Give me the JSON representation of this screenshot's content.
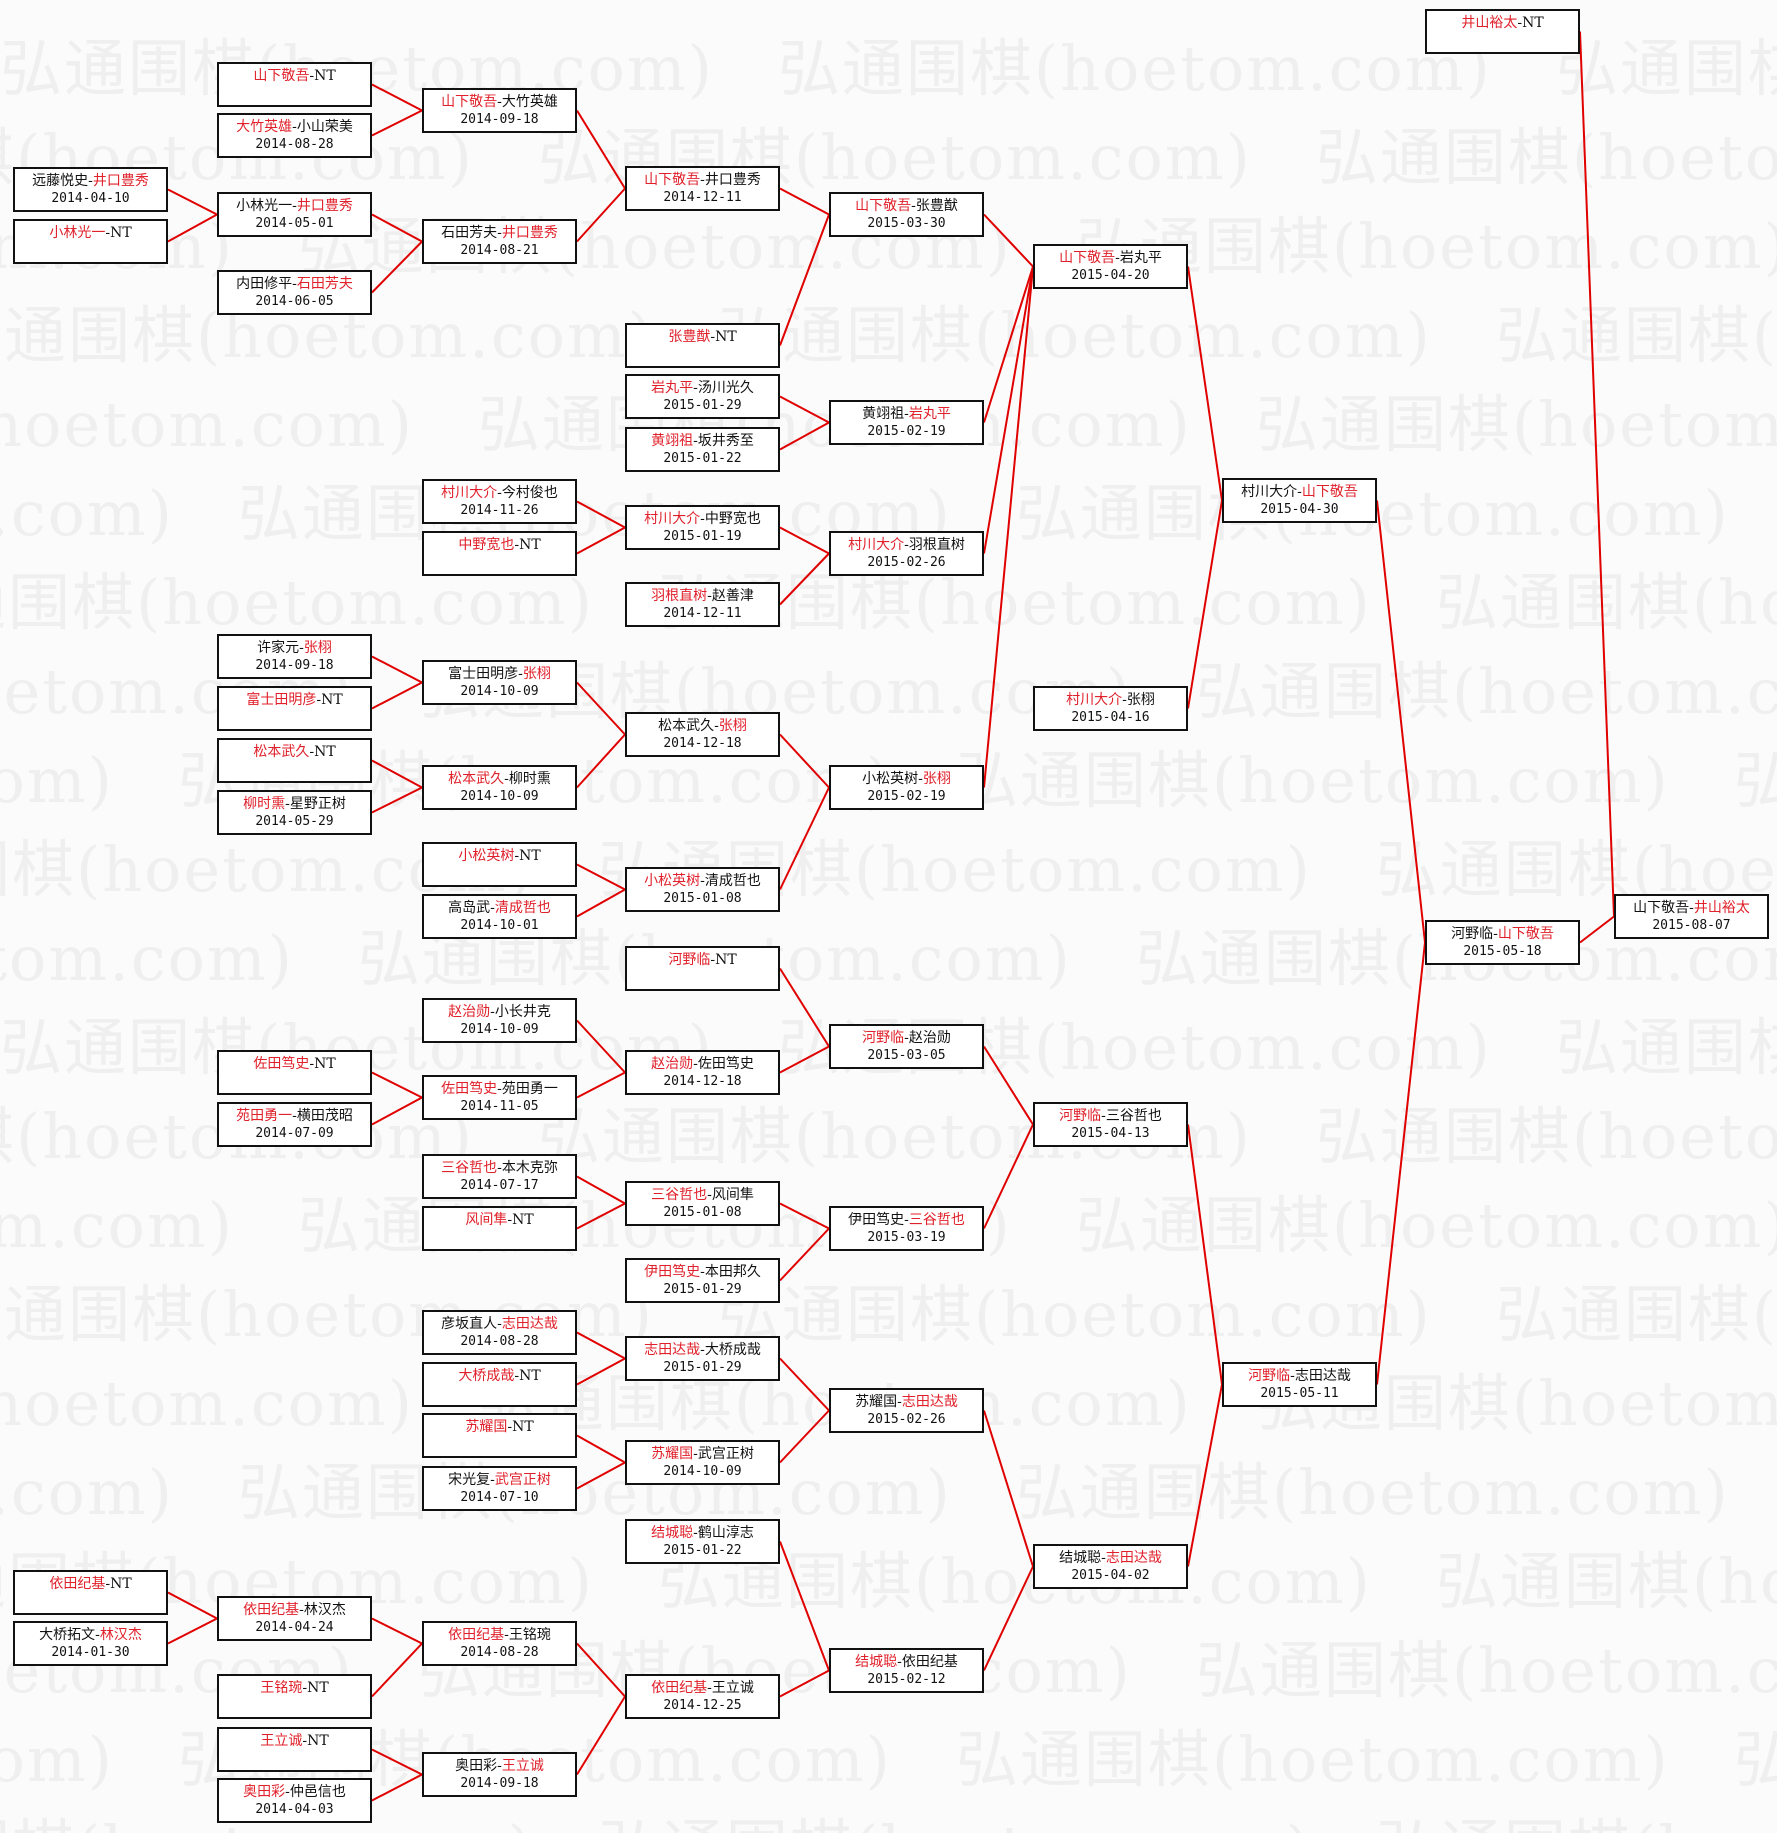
{
  "title": "弘通围棋 tournament bracket",
  "watermark": "弘通围棋(hoetom.com)",
  "colors": {
    "winner": "#e0202a",
    "line": "#e00000",
    "border": "#111111",
    "background": "#fbfbfb"
  },
  "matches": [
    {
      "p1": "远藤悦史",
      "p2": "井口豊秀",
      "winner": 2,
      "date": "2014-04-10"
    },
    {
      "p1": "小林光一",
      "p2": "NT",
      "winner": 1,
      "date": ""
    },
    {
      "p1": "依田纪基",
      "p2": "NT",
      "winner": 1,
      "date": ""
    },
    {
      "p1": "大桥拓文",
      "p2": "林汉杰",
      "winner": 2,
      "date": "2014-01-30"
    },
    {
      "p1": "山下敬吾",
      "p2": "NT",
      "winner": 1,
      "date": ""
    },
    {
      "p1": "大竹英雄",
      "p2": "小山荣美",
      "winner": 1,
      "date": "2014-08-28"
    },
    {
      "p1": "小林光一",
      "p2": "井口豊秀",
      "winner": 2,
      "date": "2014-05-01"
    },
    {
      "p1": "内田修平",
      "p2": "石田芳夫",
      "winner": 2,
      "date": "2014-06-05"
    },
    {
      "p1": "许家元",
      "p2": "张栩",
      "winner": 2,
      "date": "2014-09-18"
    },
    {
      "p1": "富士田明彦",
      "p2": "NT",
      "winner": 1,
      "date": ""
    },
    {
      "p1": "松本武久",
      "p2": "NT",
      "winner": 1,
      "date": ""
    },
    {
      "p1": "柳时熏",
      "p2": "星野正树",
      "winner": 1,
      "date": "2014-05-29"
    },
    {
      "p1": "佐田笃史",
      "p2": "NT",
      "winner": 1,
      "date": ""
    },
    {
      "p1": "苑田勇一",
      "p2": "横田茂昭",
      "winner": 1,
      "date": "2014-07-09"
    },
    {
      "p1": "依田纪基",
      "p2": "林汉杰",
      "winner": 1,
      "date": "2014-04-24"
    },
    {
      "p1": "王铭琬",
      "p2": "NT",
      "winner": 1,
      "date": ""
    },
    {
      "p1": "王立诚",
      "p2": "NT",
      "winner": 1,
      "date": ""
    },
    {
      "p1": "奥田彩",
      "p2": "仲邑信也",
      "winner": 1,
      "date": "2014-04-03"
    },
    {
      "p1": "山下敬吾",
      "p2": "大竹英雄",
      "winner": 1,
      "date": "2014-09-18"
    },
    {
      "p1": "石田芳夫",
      "p2": "井口豊秀",
      "winner": 2,
      "date": "2014-08-21"
    },
    {
      "p1": "村川大介",
      "p2": "今村俊也",
      "winner": 1,
      "date": "2014-11-26"
    },
    {
      "p1": "中野宽也",
      "p2": "NT",
      "winner": 1,
      "date": ""
    },
    {
      "p1": "富士田明彦",
      "p2": "张栩",
      "winner": 2,
      "date": "2014-10-09"
    },
    {
      "p1": "松本武久",
      "p2": "柳时熏",
      "winner": 1,
      "date": "2014-10-09"
    },
    {
      "p1": "小松英树",
      "p2": "NT",
      "winner": 1,
      "date": ""
    },
    {
      "p1": "高岛武",
      "p2": "清成哲也",
      "winner": 2,
      "date": "2014-10-01"
    },
    {
      "p1": "赵治勋",
      "p2": "小长井克",
      "winner": 1,
      "date": "2014-10-09"
    },
    {
      "p1": "佐田笃史",
      "p2": "苑田勇一",
      "winner": 1,
      "date": "2014-11-05"
    },
    {
      "p1": "三谷哲也",
      "p2": "本木克弥",
      "winner": 1,
      "date": "2014-07-17"
    },
    {
      "p1": "风间隼",
      "p2": "NT",
      "winner": 1,
      "date": ""
    },
    {
      "p1": "彦坂直人",
      "p2": "志田达哉",
      "winner": 2,
      "date": "2014-08-28"
    },
    {
      "p1": "大桥成哉",
      "p2": "NT",
      "winner": 1,
      "date": ""
    },
    {
      "p1": "苏耀国",
      "p2": "NT",
      "winner": 1,
      "date": ""
    },
    {
      "p1": "宋光复",
      "p2": "武宫正树",
      "winner": 2,
      "date": "2014-07-10"
    },
    {
      "p1": "依田纪基",
      "p2": "王铭琬",
      "winner": 1,
      "date": "2014-08-28"
    },
    {
      "p1": "奥田彩",
      "p2": "王立诚",
      "winner": 2,
      "date": "2014-09-18"
    },
    {
      "p1": "山下敬吾",
      "p2": "井口豊秀",
      "winner": 1,
      "date": "2014-12-11"
    },
    {
      "p1": "张豊猷",
      "p2": "NT",
      "winner": 1,
      "date": ""
    },
    {
      "p1": "岩丸平",
      "p2": "汤川光久",
      "winner": 1,
      "date": "2015-01-29"
    },
    {
      "p1": "黄翊祖",
      "p2": "坂井秀至",
      "winner": 1,
      "date": "2015-01-22"
    },
    {
      "p1": "村川大介",
      "p2": "中野宽也",
      "winner": 1,
      "date": "2015-01-19"
    },
    {
      "p1": "羽根直树",
      "p2": "赵善津",
      "winner": 1,
      "date": "2014-12-11"
    },
    {
      "p1": "松本武久",
      "p2": "张栩",
      "winner": 2,
      "date": "2014-12-18"
    },
    {
      "p1": "小松英树",
      "p2": "清成哲也",
      "winner": 1,
      "date": "2015-01-08"
    },
    {
      "p1": "河野临",
      "p2": "NT",
      "winner": 1,
      "date": ""
    },
    {
      "p1": "赵治勋",
      "p2": "佐田笃史",
      "winner": 1,
      "date": "2014-12-18"
    },
    {
      "p1": "三谷哲也",
      "p2": "风间隼",
      "winner": 1,
      "date": "2015-01-08"
    },
    {
      "p1": "伊田笃史",
      "p2": "本田邦久",
      "winner": 1,
      "date": "2015-01-29"
    },
    {
      "p1": "志田达哉",
      "p2": "大桥成哉",
      "winner": 1,
      "date": "2015-01-29"
    },
    {
      "p1": "苏耀国",
      "p2": "武宫正树",
      "winner": 1,
      "date": "2014-10-09"
    },
    {
      "p1": "结城聪",
      "p2": "鹤山淳志",
      "winner": 1,
      "date": "2015-01-22"
    },
    {
      "p1": "依田纪基",
      "p2": "王立诚",
      "winner": 1,
      "date": "2014-12-25"
    },
    {
      "p1": "山下敬吾",
      "p2": "张豊猷",
      "winner": 1,
      "date": "2015-03-30"
    },
    {
      "p1": "黄翊祖",
      "p2": "岩丸平",
      "winner": 2,
      "date": "2015-02-19"
    },
    {
      "p1": "村川大介",
      "p2": "羽根直树",
      "winner": 1,
      "date": "2015-02-26"
    },
    {
      "p1": "小松英树",
      "p2": "张栩",
      "winner": 2,
      "date": "2015-02-19"
    },
    {
      "p1": "河野临",
      "p2": "赵治勋",
      "winner": 1,
      "date": "2015-03-05"
    },
    {
      "p1": "伊田笃史",
      "p2": "三谷哲也",
      "winner": 2,
      "date": "2015-03-19"
    },
    {
      "p1": "苏耀国",
      "p2": "志田达哉",
      "winner": 2,
      "date": "2015-02-26"
    },
    {
      "p1": "结城聪",
      "p2": "依田纪基",
      "winner": 1,
      "date": "2015-02-12"
    },
    {
      "p1": "山下敬吾",
      "p2": "岩丸平",
      "winner": 1,
      "date": "2015-04-20"
    },
    {
      "p1": "村川大介",
      "p2": "张栩",
      "winner": 1,
      "date": "2015-04-16"
    },
    {
      "p1": "河野临",
      "p2": "三谷哲也",
      "winner": 1,
      "date": "2015-04-13"
    },
    {
      "p1": "结城聪",
      "p2": "志田达哉",
      "winner": 2,
      "date": "2015-04-02"
    },
    {
      "p1": "村川大介",
      "p2": "山下敬吾",
      "winner": 2,
      "date": "2015-04-30"
    },
    {
      "p1": "河野临",
      "p2": "志田达哉",
      "winner": 1,
      "date": "2015-05-11"
    },
    {
      "p1": "井山裕太",
      "p2": "NT",
      "winner": 1,
      "date": ""
    },
    {
      "p1": "河野临",
      "p2": "山下敬吾",
      "winner": 2,
      "date": "2015-05-18"
    },
    {
      "p1": "山下敬吾",
      "p2": "井山裕太",
      "winner": 2,
      "date": "2015-08-07"
    }
  ]
}
